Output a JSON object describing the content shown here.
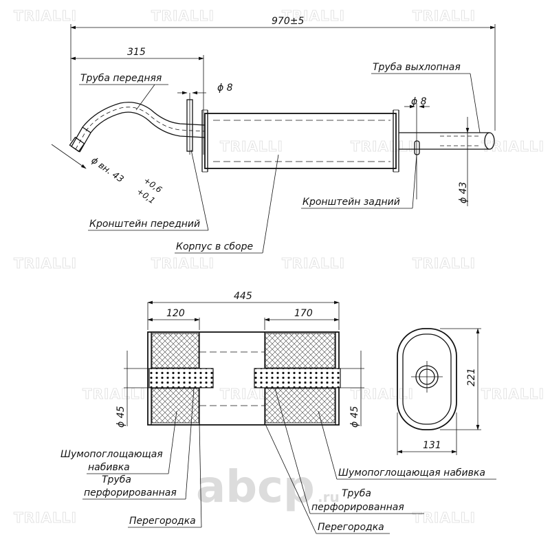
{
  "watermark": {
    "text": "TRIALLI",
    "site": "abcp",
    "site_suffix": ".ru"
  },
  "top_view": {
    "overall_length": "970±5",
    "front_length": "315",
    "front_bracket_dia": "ϕ 8",
    "rear_bracket_dia": "ϕ 8",
    "inlet_dia_label": "ϕ вн. 43",
    "inlet_tol_plus": "+0,6",
    "inlet_tol_minus": "+0,1",
    "outlet_dia": "ϕ 43",
    "label_front_pipe": "Труба передняя",
    "label_exhaust_pipe": "Труба выхлопная",
    "label_rear_bracket": "Кронштейн задний",
    "label_front_bracket": "Кронштейн передний",
    "label_body_assembly": "Корпус в сборе"
  },
  "section_view": {
    "body_length": "445",
    "left_chamber": "120",
    "right_chamber": "170",
    "left_pipe_dia": "ϕ 45",
    "right_pipe_dia": "ϕ 45",
    "height": "221",
    "width": "131",
    "label_absorb_left_1": "Шумопоглощающая",
    "label_absorb_left_2": "набивка",
    "label_perf_left_1": "Труба",
    "label_perf_left_2": "перфорированная",
    "label_baffle_left": "Перегородка",
    "label_absorb_right": "Шумопоглощающая набивка",
    "label_perf_right_1": "Труба",
    "label_perf_right_2": "перфорированная",
    "label_baffle_right": "Перегородка"
  }
}
